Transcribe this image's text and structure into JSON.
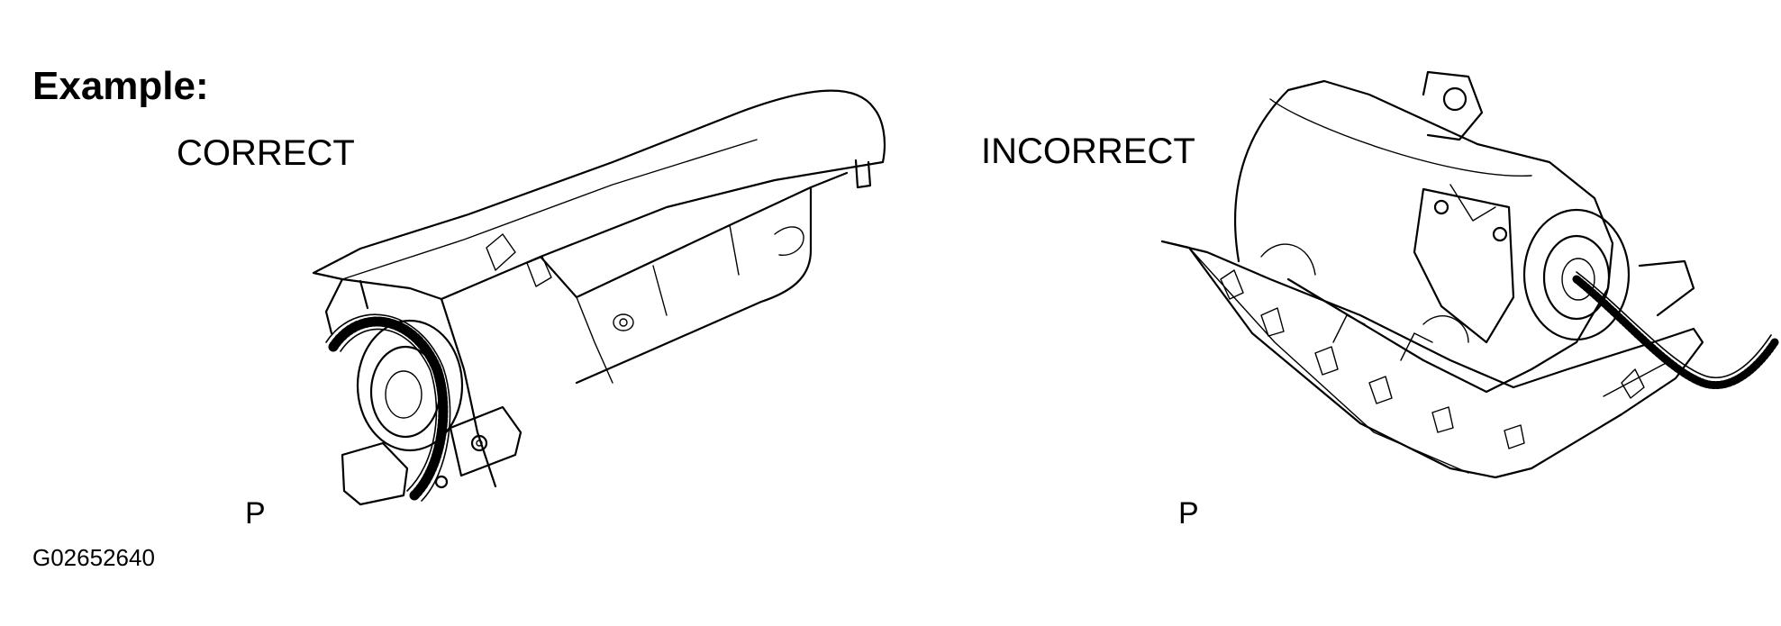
{
  "heading": "Example:",
  "panels": {
    "correct": {
      "label": "CORRECT",
      "marker": "P"
    },
    "incorrect": {
      "label": "INCORRECT",
      "marker": "P"
    }
  },
  "figure_id": "G02652640"
}
